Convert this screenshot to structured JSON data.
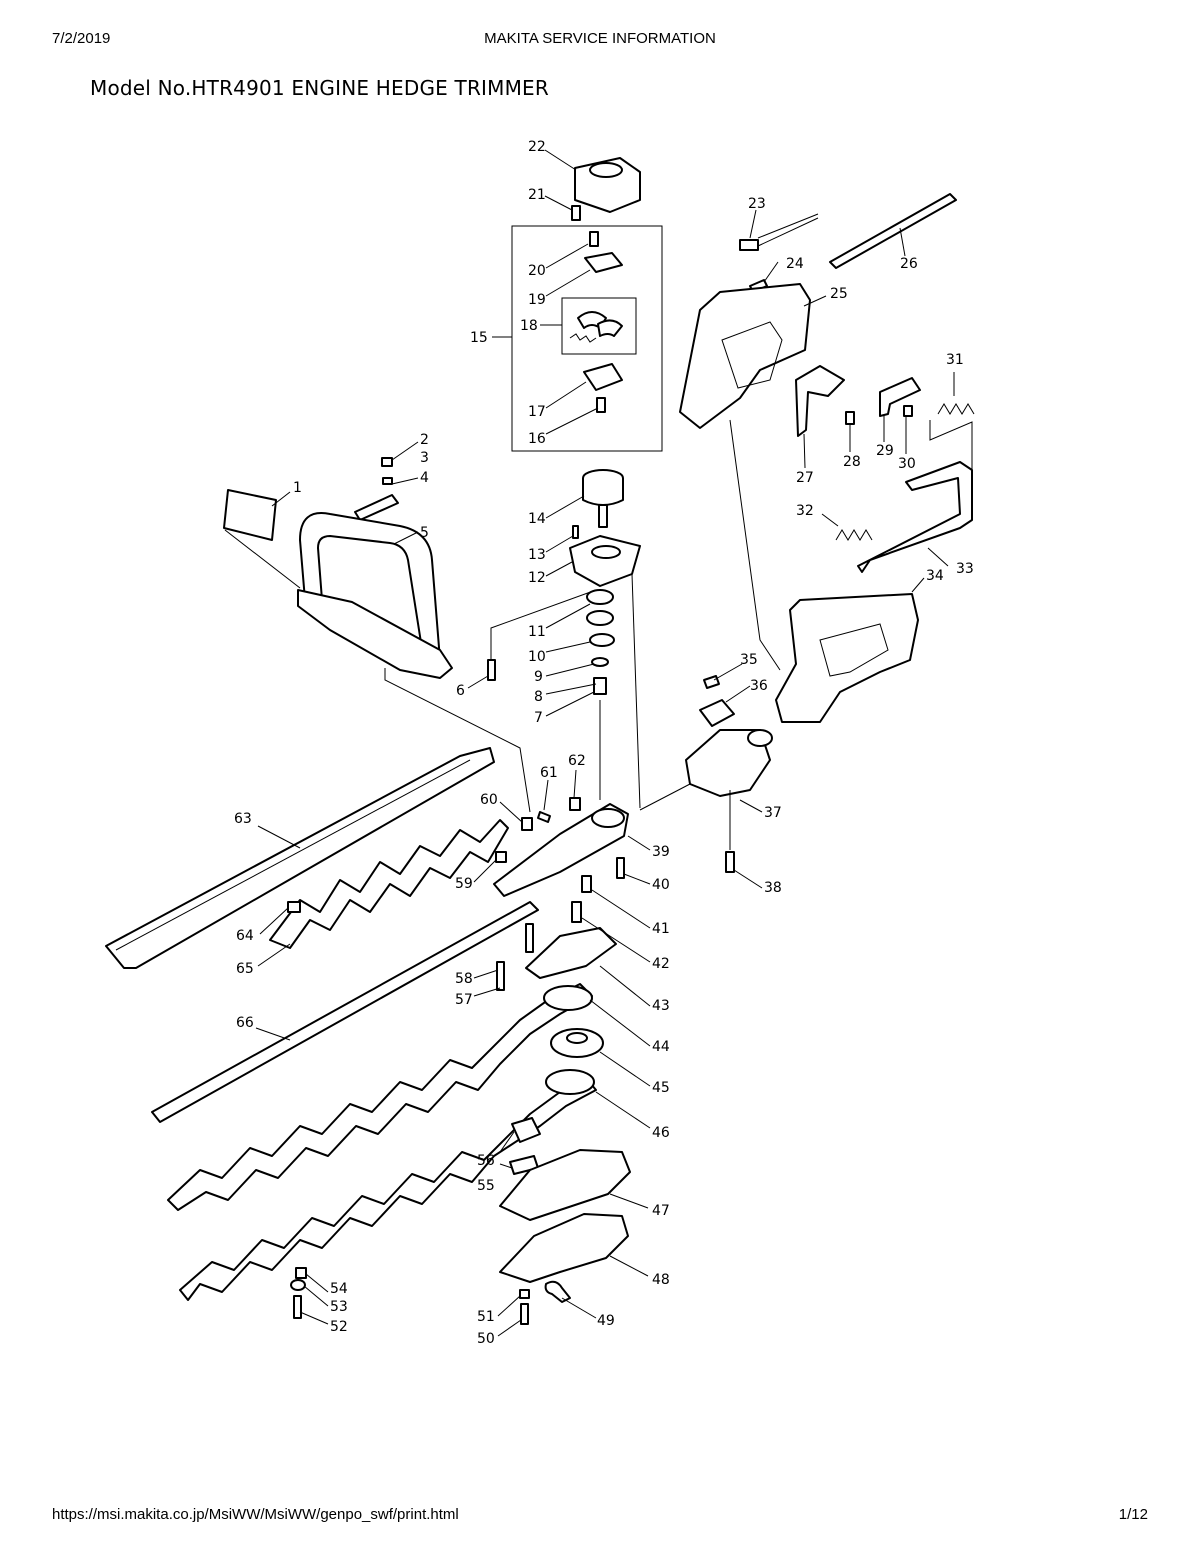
{
  "header": {
    "date": "7/2/2019",
    "site_title": "MAKITA SERVICE INFORMATION"
  },
  "model_title": "Model No.HTR4901 ENGINE HEDGE TRIMMER",
  "footer": {
    "url": "https://msi.makita.co.jp/MsiWW/MsiWW/genpo_swf/print.html",
    "page": "1/12"
  },
  "part_numbers": [
    "1",
    "2",
    "3",
    "4",
    "5",
    "6",
    "7",
    "8",
    "9",
    "10",
    "11",
    "12",
    "13",
    "14",
    "15",
    "16",
    "17",
    "18",
    "19",
    "20",
    "21",
    "22",
    "23",
    "24",
    "25",
    "26",
    "27",
    "28",
    "29",
    "30",
    "31",
    "32",
    "33",
    "34",
    "35",
    "36",
    "37",
    "38",
    "39",
    "40",
    "41",
    "42",
    "43",
    "44",
    "45",
    "46",
    "47",
    "48",
    "49",
    "50",
    "51",
    "52",
    "53",
    "54",
    "55",
    "56",
    "57",
    "58",
    "59",
    "60",
    "61",
    "62",
    "63",
    "64",
    "65",
    "66"
  ]
}
